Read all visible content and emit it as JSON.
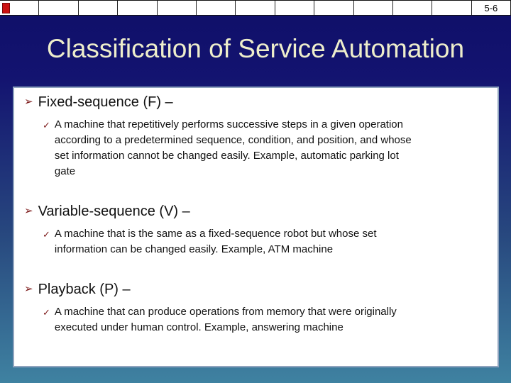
{
  "top_bar": {
    "slide_number": "5-6"
  },
  "title": "Classification of Service Automation",
  "icons": {
    "bullet_arrow": "➢",
    "checkmark": "✓"
  },
  "colors": {
    "background_top": "#0F0F68",
    "background_bottom": "#3F82A1",
    "title_text": "#EEEECB",
    "bullet_accent": "#7D1A1A",
    "red_marker": "#CC1111",
    "content_background": "#FFFFFF",
    "body_text": "#111111"
  },
  "content": {
    "items": [
      {
        "header": "Fixed-sequence (F) –",
        "body": "A machine that repetitively performs successive steps in a given operation according to a predetermined sequence, condition, and position, and whose set information cannot be changed easily. Example, automatic parking lot gate"
      },
      {
        "header": "Variable-sequence (V) –",
        "body": "A machine that is the same as a fixed-sequence robot but whose set information can be changed easily. Example, ATM machine"
      },
      {
        "header": "Playback (P) –",
        "body": "A machine that can produce operations from memory that were originally executed under human control. Example, answering machine"
      }
    ]
  }
}
